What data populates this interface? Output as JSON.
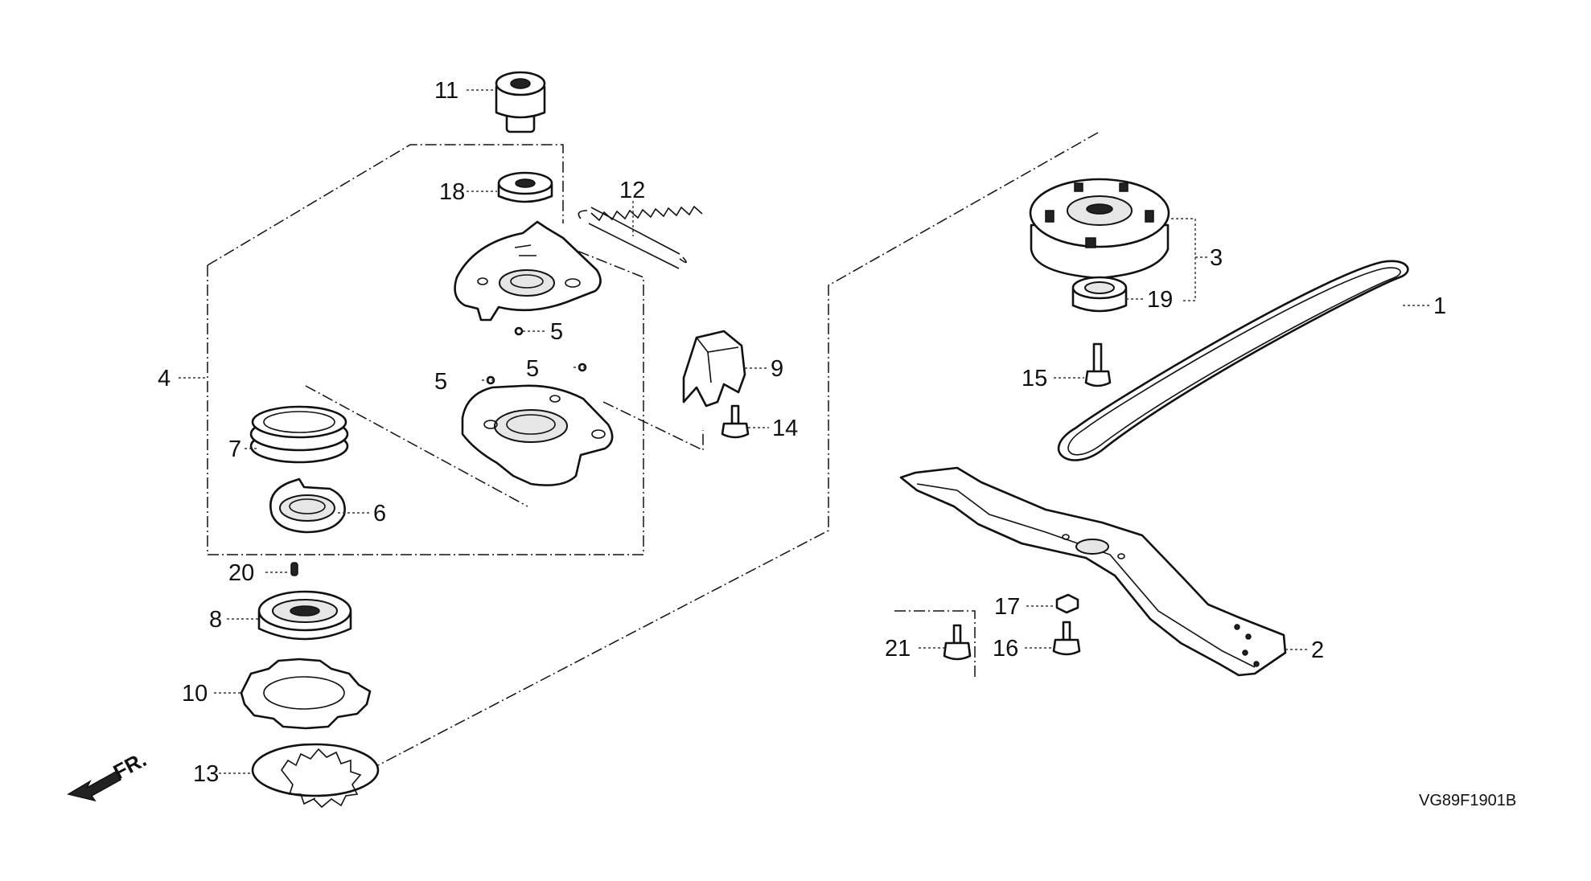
{
  "diagram": {
    "callouts": [
      "1",
      "2",
      "3",
      "4",
      "5",
      "5",
      "5",
      "6",
      "7",
      "8",
      "9",
      "10",
      "11",
      "12",
      "13",
      "14",
      "15",
      "16",
      "17",
      "18",
      "19",
      "20",
      "21"
    ],
    "direction_label": "FR.",
    "drawing_code": "VG89F1901B"
  },
  "colors": {
    "line": "#111111",
    "background": "#ffffff"
  }
}
